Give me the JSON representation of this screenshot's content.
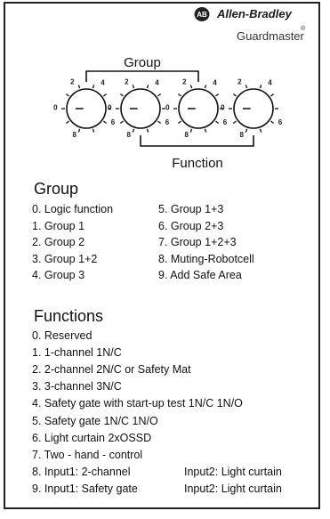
{
  "header": {
    "brand": "Allen-Bradley",
    "logo_text": "AB",
    "product": "Guardmaster",
    "registered": "®"
  },
  "dials": {
    "labels": [
      "0",
      "2",
      "4",
      "6",
      "8"
    ],
    "top_bracket_label": "Group",
    "bottom_bracket_label": "Function"
  },
  "group_section": {
    "title": "Group",
    "left": [
      "0. Logic function",
      "1. Group 1",
      "2. Group 2",
      "3. Group 1+2",
      "4. Group 3"
    ],
    "right": [
      "5. Group 1+3",
      "6. Group 2+3",
      "7. Group 1+2+3",
      "8. Muting-Robotcell",
      "9. Add Safe Area"
    ]
  },
  "function_section": {
    "title": "Functions",
    "items": [
      "0.  Reserved",
      "1.  1-channel 1N/C",
      "2.  2-channel 2N/C or Safety Mat",
      "3.  3-channel 3N/C",
      "4.  Safety gate with start-up test 1N/C 1N/O",
      "5.  Safety gate 1N/C 1N/O",
      "6.  Light curtain 2xOSSD",
      "7.  Two - hand - control",
      "8.   Input1: 2-channel",
      "9.   Input1: Safety gate"
    ],
    "extras": {
      "item8_input2": "Input2: Light curtain",
      "item9_input2": "Input2: Light curtain"
    }
  }
}
